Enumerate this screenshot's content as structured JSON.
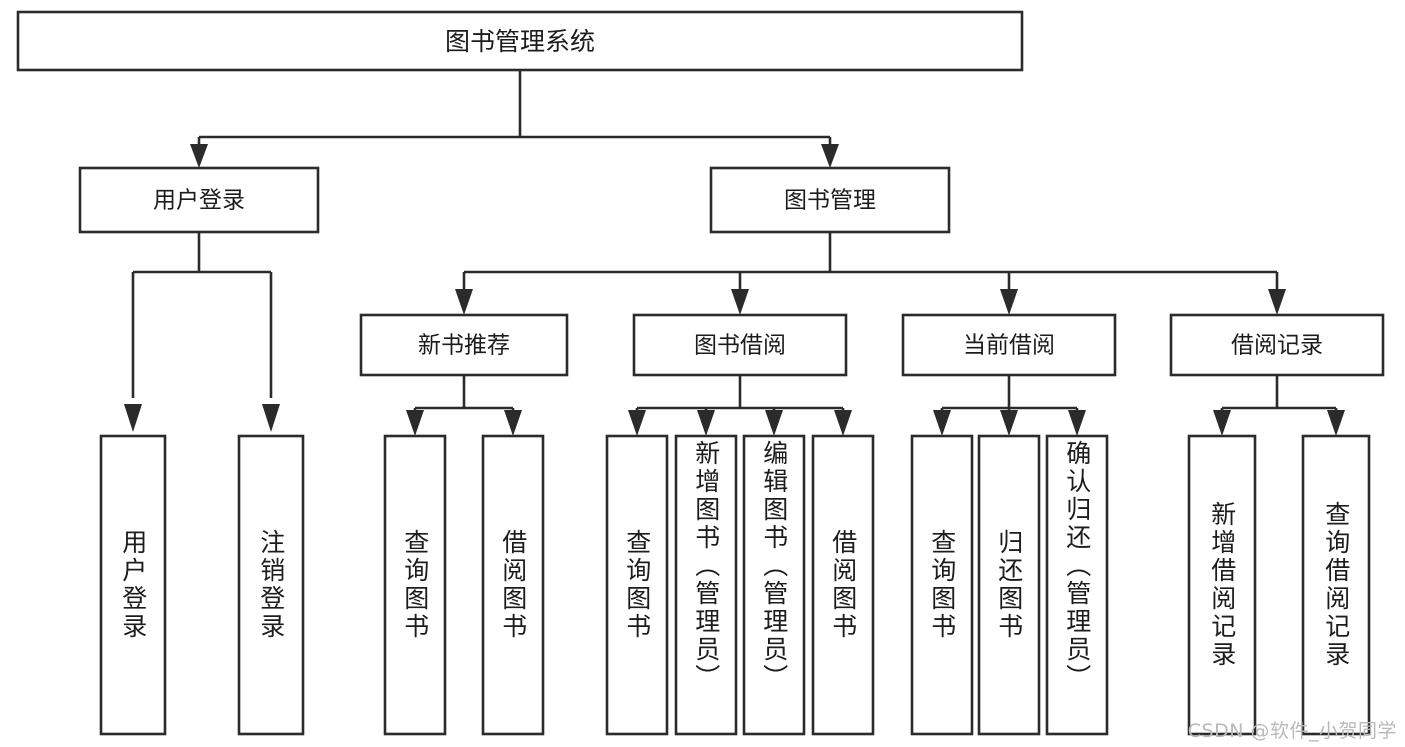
{
  "diagram": {
    "title": "图书管理系统",
    "type": "tree-hierarchy-chart",
    "colors": {
      "box_stroke": "#2b2b2b",
      "box_fill": "#ffffff",
      "connector": "#2b2b2b",
      "text": "#1c1c1c",
      "background": "#ffffff",
      "watermark": "#b9b9b9"
    },
    "root": {
      "label": "图书管理系统"
    },
    "level2": [
      {
        "id": "user-login",
        "label": "用户登录"
      },
      {
        "id": "book-management",
        "label": "图书管理"
      }
    ],
    "level3": [
      {
        "id": "new-book-recommend",
        "label": "新书推荐",
        "parent": "book-management"
      },
      {
        "id": "book-borrow",
        "label": "图书借阅",
        "parent": "book-management"
      },
      {
        "id": "current-borrow",
        "label": "当前借阅",
        "parent": "book-management"
      },
      {
        "id": "borrow-record",
        "label": "借阅记录",
        "parent": "book-management"
      }
    ],
    "leaves": [
      {
        "id": "leaf-user-login",
        "label": "用户登录",
        "parent": "user-login"
      },
      {
        "id": "leaf-logout",
        "label": "注销登录",
        "parent": "user-login"
      },
      {
        "id": "leaf-query-book-1",
        "label": "查询图书",
        "parent": "new-book-recommend"
      },
      {
        "id": "leaf-borrow-book-1",
        "label": "借阅图书",
        "parent": "new-book-recommend"
      },
      {
        "id": "leaf-query-book-2",
        "label": "查询图书",
        "parent": "book-borrow"
      },
      {
        "id": "leaf-add-book",
        "label": "新增图书（管理员）",
        "parent": "book-borrow"
      },
      {
        "id": "leaf-edit-book",
        "label": "编辑图书（管理员）",
        "parent": "book-borrow"
      },
      {
        "id": "leaf-borrow-book-2",
        "label": "借阅图书",
        "parent": "book-borrow"
      },
      {
        "id": "leaf-query-book-3",
        "label": "查询图书",
        "parent": "current-borrow"
      },
      {
        "id": "leaf-return-book",
        "label": "归还图书",
        "parent": "current-borrow"
      },
      {
        "id": "leaf-confirm-return",
        "label": "确认归还（管理员）",
        "parent": "current-borrow"
      },
      {
        "id": "leaf-add-record",
        "label": "新增借阅记录",
        "parent": "borrow-record"
      },
      {
        "id": "leaf-query-record",
        "label": "查询借阅记录",
        "parent": "borrow-record"
      }
    ]
  },
  "watermark": {
    "text": "CSDN @软件_小贺同学"
  }
}
